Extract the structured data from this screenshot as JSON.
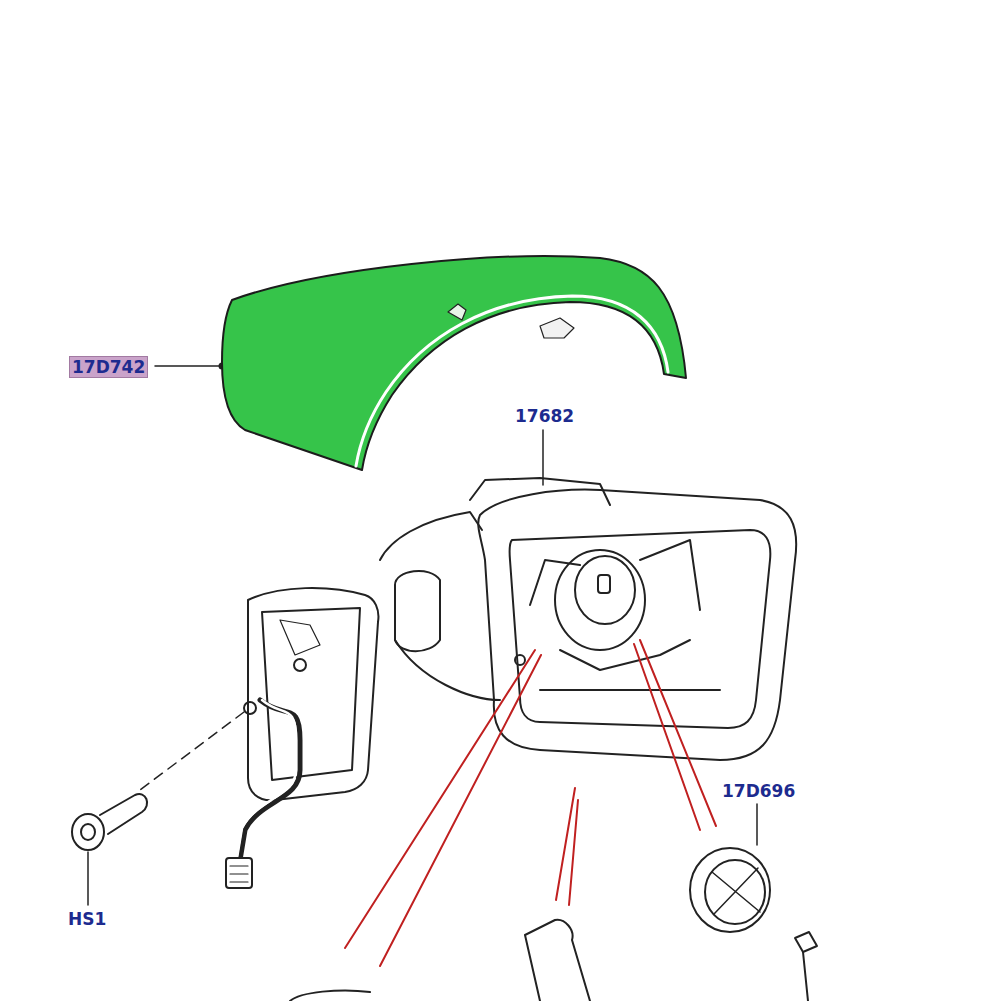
{
  "diagram": {
    "labels": [
      "17D742",
      "17682",
      "17D696",
      "HS1"
    ]
  }
}
